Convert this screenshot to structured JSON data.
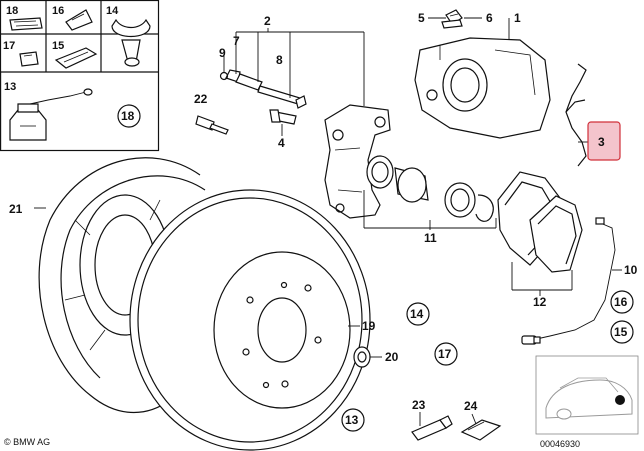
{
  "inset": {
    "cells": [
      {
        "number": "18"
      },
      {
        "number": "16"
      },
      {
        "number": "14"
      },
      {
        "number": "17"
      },
      {
        "number": "15"
      },
      {
        "number": "13"
      }
    ]
  },
  "callouts": {
    "p1": "1",
    "p2": "2",
    "p3": "3",
    "p4": "4",
    "p5": "5",
    "p6": "6",
    "p7": "7",
    "p8": "8",
    "p9": "9",
    "p10": "10",
    "p11": "11",
    "p12": "12",
    "p19": "19",
    "p20": "20",
    "p21": "21",
    "p22": "22",
    "p23": "23",
    "p24": "24"
  },
  "circled_refs": {
    "r18": "18",
    "r14": "14",
    "r17": "17",
    "r13": "13",
    "r16": "16",
    "r15": "15"
  },
  "footer": {
    "copyright": "© BMW AG",
    "diagram_number": "00046930"
  },
  "colors": {
    "highlight_fill": "#f4c4cc",
    "highlight_stroke": "#d0303a",
    "line": "#111111"
  }
}
